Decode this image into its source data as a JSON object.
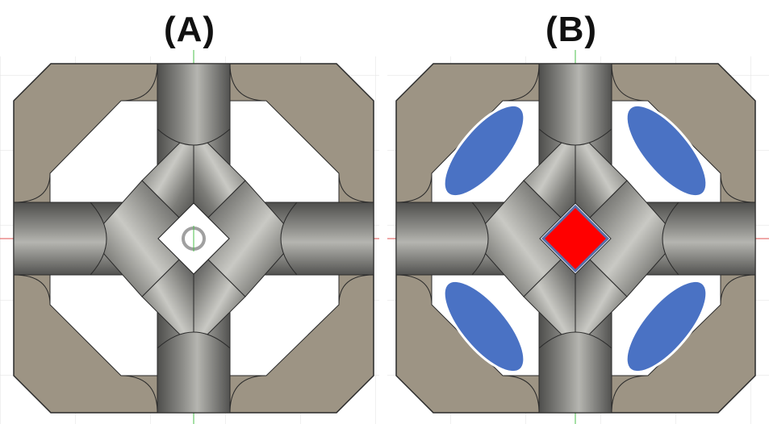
{
  "panels": [
    {
      "id": "A",
      "label": "(A)",
      "center_marker": "circle-marker",
      "overlays": []
    },
    {
      "id": "B",
      "label": "(B)",
      "center_marker": "square-marker",
      "overlays": [
        "ellipse-top-left",
        "ellipse-top-right",
        "ellipse-bottom-left",
        "ellipse-bottom-right"
      ]
    }
  ],
  "colors": {
    "frame": "#9d9484",
    "strut_dark": "#5a5a58",
    "strut_light": "#c4c4c0",
    "ellipse_fill": "#4a72c4",
    "ellipse_stroke": "#ffffff",
    "center_square": "#ff0000",
    "center_square_border": "#5a6fa8",
    "axis_red": "#e05050",
    "axis_green": "#4bc04b",
    "grid": "#dcdcdc"
  }
}
